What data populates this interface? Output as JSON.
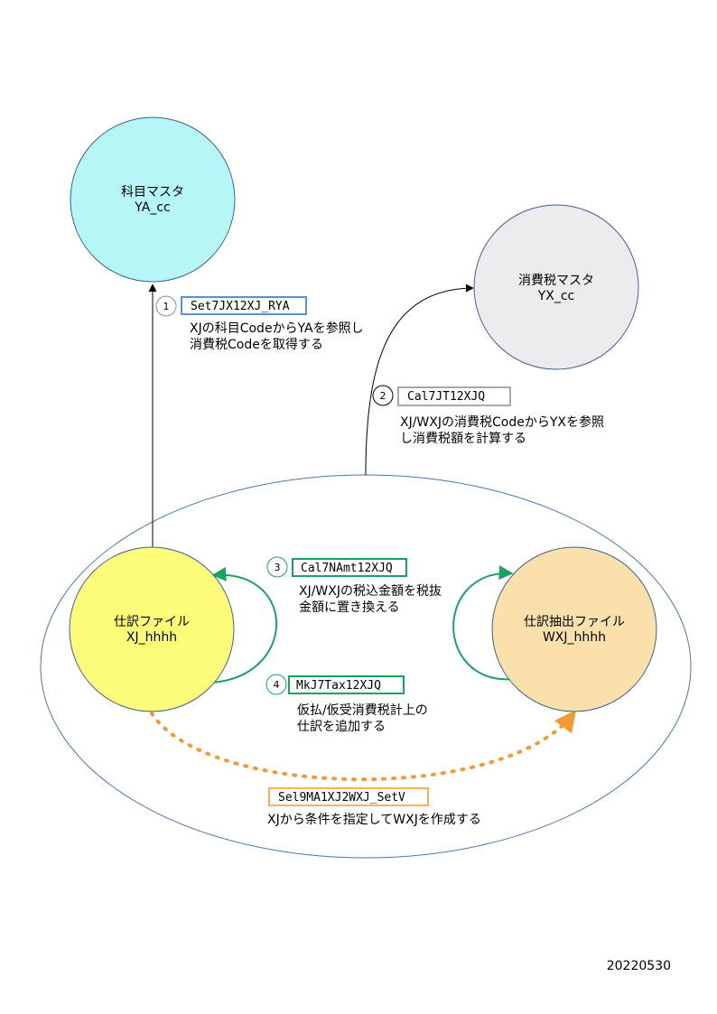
{
  "nodes": {
    "account_master": {
      "name": "科目マスタ",
      "code": "YA_cc",
      "fill": "#b5f7f7"
    },
    "tax_master": {
      "name": "消費税マスタ",
      "code": "YX_cc",
      "fill": "#ececef"
    },
    "journal_file": {
      "name": "仕訳ファイル",
      "code": "XJ_hhhh",
      "fill": "#fcfc7a"
    },
    "extract_file": {
      "name": "仕訳抽出ファイル",
      "code": "WXJ_hhhh",
      "fill": "#fae0ab"
    }
  },
  "processes": [
    {
      "number": "1",
      "label": "Set7JX12XJ_RYA",
      "desc_line1": "XJの科目CodeからYAを参照し",
      "desc_line2": "消費税Codeを取得する",
      "border": "#5b8fcf"
    },
    {
      "number": "2",
      "label": "Cal7JT12XJQ",
      "desc_line1": "XJ/WXJの消費税CodeからYXを参照",
      "desc_line2": "し消費税額を計算する",
      "border": "#a8a8a8"
    },
    {
      "number": "3",
      "label": "Cal7NAmt12XJQ",
      "desc_line1": "XJ/WXJの税込金額を税抜",
      "desc_line2": "金額に置き換える",
      "border": "#1aa35c"
    },
    {
      "number": "4",
      "label": "MkJ7Tax12XJQ",
      "desc_line1": "仮払/仮受消費税計上の",
      "desc_line2": "仕訳を追加する",
      "border": "#1aa35c"
    },
    {
      "number": "",
      "label": "Sel9MA1XJ2WXJ_SetV",
      "desc_line1": "XJから条件を指定してWXJを作成する",
      "desc_line2": "",
      "border": "#f6b25a"
    }
  ],
  "footer": {
    "date": "20220530"
  },
  "colors": {
    "ellipse_border": "#4a78b0",
    "green_arrow": "#1aa35c",
    "orange_arrow": "#f39a35",
    "circle_border": "#3f5f8a"
  }
}
